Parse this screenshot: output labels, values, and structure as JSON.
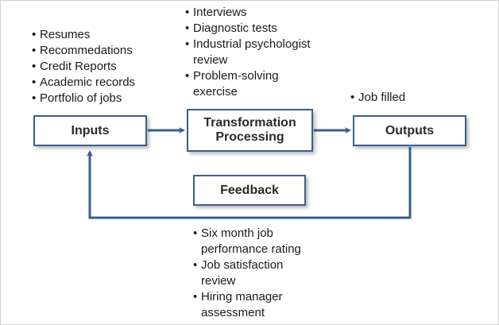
{
  "boxes": {
    "inputs": "Inputs",
    "transformation_line1": "Transformation",
    "transformation_line2": "Processing",
    "outputs": "Outputs",
    "feedback": "Feedback"
  },
  "inputs_items": [
    "Resumes",
    "Recommedations",
    "Credit Reports",
    "Academic records",
    "Portfolio of jobs"
  ],
  "process_items": [
    "Interviews",
    "Diagnostic tests",
    "Industrial psychologist review",
    "Problem-solving exercise"
  ],
  "outputs_items": [
    "Job filled"
  ],
  "feedback_items": [
    "Six month job performance rating",
    "Job satisfaction review",
    "Hiring manager assessment"
  ],
  "colors": {
    "box_border": "#3a5f8c",
    "connector": "#3a5f8c",
    "text": "#1a1a1a"
  }
}
